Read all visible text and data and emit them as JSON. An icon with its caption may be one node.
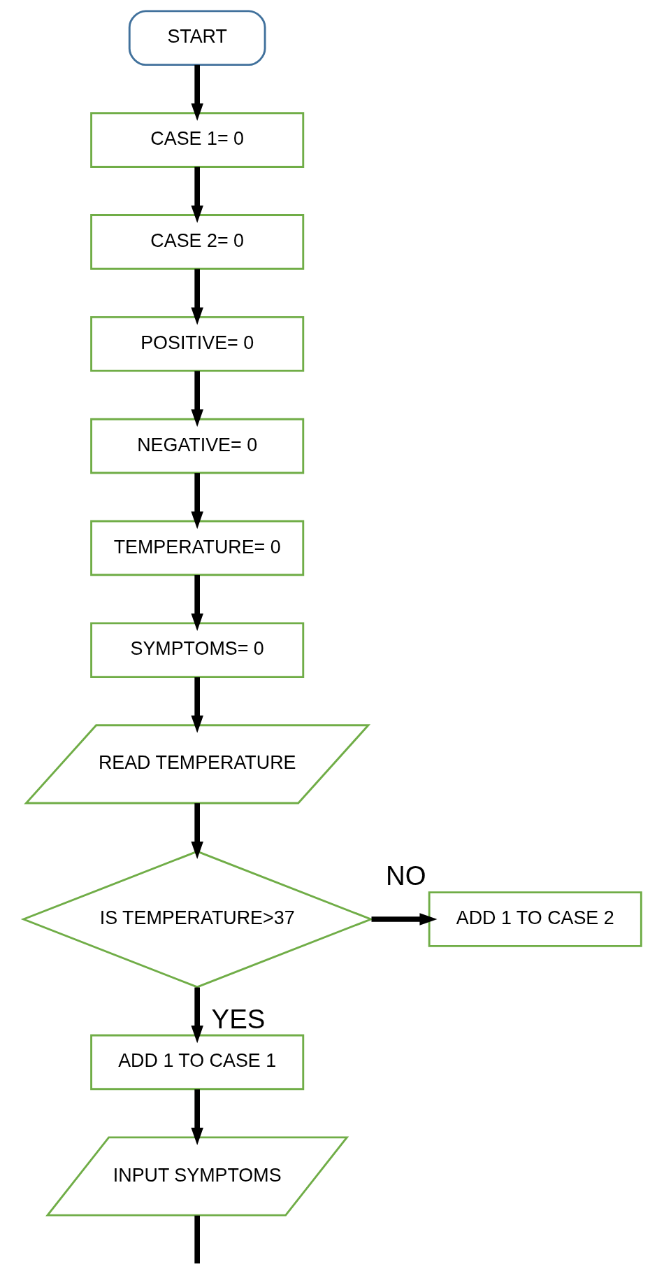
{
  "diagram": {
    "nodes": [
      {
        "text": [
          "START"
        ]
      },
      {
        "text": [
          "CASE 1= 0"
        ]
      },
      {
        "text": [
          "CASE 2= 0"
        ]
      },
      {
        "text": [
          "POSITIVE= 0"
        ]
      },
      {
        "text": [
          "NEGATIVE= 0"
        ]
      },
      {
        "text": [
          "TEMPERATURE= 0"
        ]
      },
      {
        "text": [
          "SYMPTOMS= 0"
        ]
      },
      {
        "text": [
          "READ TEMPERATURE"
        ]
      },
      {
        "text": [
          "IS TEMPERATURE>37"
        ]
      },
      {
        "text": [
          "ADD 1 TO CASE 2"
        ]
      },
      {
        "text": [
          "ADD 1 TO CASE 1"
        ]
      },
      {
        "text": [
          "INPUT SYMPTOMS"
        ]
      }
    ],
    "edges": [
      {
        "from": 0,
        "to": 1,
        "arrow": "to"
      },
      {
        "from": 1,
        "to": 2,
        "arrow": "to"
      },
      {
        "from": 2,
        "to": 3,
        "arrow": "to"
      },
      {
        "from": 3,
        "to": 4,
        "arrow": "to"
      },
      {
        "from": 4,
        "to": 5,
        "arrow": "to"
      },
      {
        "from": 5,
        "to": 6,
        "arrow": "to"
      },
      {
        "from": 6,
        "to": 7,
        "arrow": "to"
      },
      {
        "from": 7,
        "to": 8,
        "arrow": "to"
      },
      {
        "from": 8,
        "to": 9,
        "arrow": "to",
        "label": "NO"
      },
      {
        "from": 8,
        "to": 10,
        "arrow": "to",
        "label": "YES"
      },
      {
        "from": 10,
        "to": 11,
        "arrow": "to"
      },
      {
        "from": 11,
        "to": null,
        "arrow": "none"
      }
    ]
  }
}
